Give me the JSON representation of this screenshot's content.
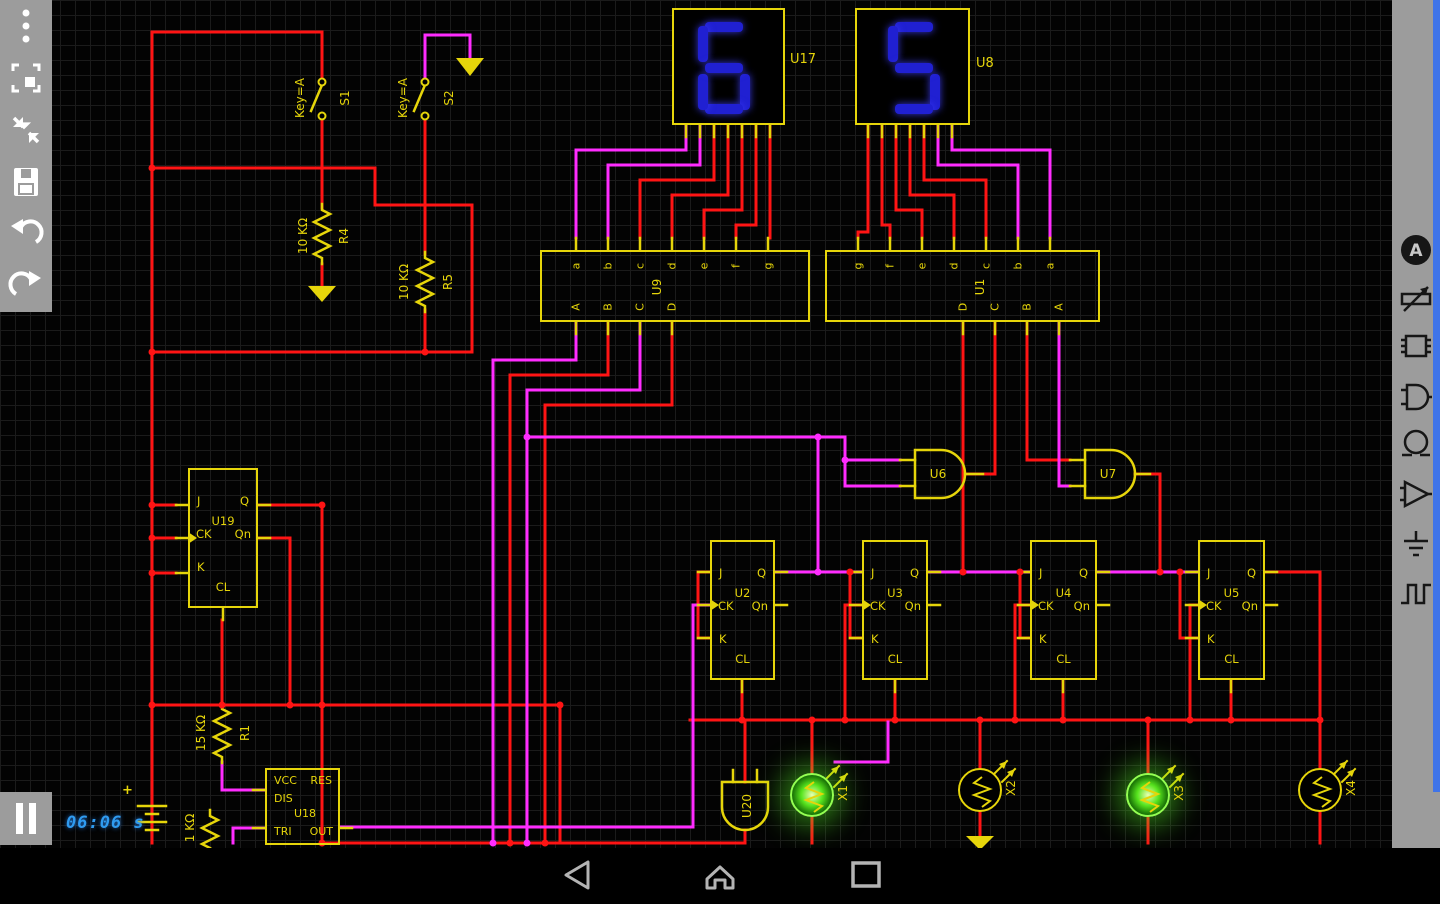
{
  "app": {
    "time_display": "06:06 s"
  },
  "left_toolbar": {
    "buttons": [
      "menu",
      "select-region",
      "collapse",
      "save",
      "undo",
      "redo",
      "pause"
    ]
  },
  "right_toolbar": {
    "tools": [
      "label-a",
      "potentiometer",
      "ic",
      "and-gate",
      "relay",
      "opamp",
      "ground",
      "waveform"
    ]
  },
  "navbar": {
    "buttons": [
      "back",
      "home",
      "recents"
    ]
  },
  "displays": [
    {
      "label": "U17",
      "digit": "6"
    },
    {
      "label": "U8",
      "digit": "5"
    }
  ],
  "decoders": [
    {
      "label": "U9",
      "top_pins": [
        "a",
        "b",
        "c",
        "d",
        "e",
        "f",
        "g"
      ],
      "bottom_pins": [
        "A",
        "B",
        "C",
        "D"
      ]
    },
    {
      "label": "U1",
      "top_pins": [
        "g",
        "f",
        "e",
        "d",
        "c",
        "b",
        "a"
      ],
      "bottom_pins": [
        "D",
        "C",
        "B",
        "A"
      ]
    }
  ],
  "ff_pins": {
    "j": "J",
    "q": "Q",
    "ck": "CK",
    "qn": "Qn",
    "k": "K",
    "cl": "CL"
  },
  "flipflops": [
    {
      "label": "U19"
    },
    {
      "label": "U2"
    },
    {
      "label": "U3"
    },
    {
      "label": "U4"
    },
    {
      "label": "U5"
    }
  ],
  "gates": [
    {
      "label": "U6"
    },
    {
      "label": "U7"
    },
    {
      "label": "U20"
    }
  ],
  "timer": {
    "label": "U18",
    "pin_vcc": "VCC",
    "pin_res": "RES",
    "pin_dis": "DIS",
    "pin_tri": "TRI",
    "pin_out": "OUT"
  },
  "resistors": [
    {
      "label": "R4",
      "value": "10 KΩ"
    },
    {
      "label": "R5",
      "value": "10 KΩ"
    },
    {
      "label": "R1",
      "value": "15 KΩ"
    },
    {
      "label": "",
      "value": "1 KΩ"
    }
  ],
  "switches": [
    {
      "label": "S1",
      "key": "Key=A"
    },
    {
      "label": "S2",
      "key": "Key=A"
    }
  ],
  "lamps": [
    {
      "label": "X1",
      "lit": true
    },
    {
      "label": "X2",
      "lit": false
    },
    {
      "label": "X3",
      "lit": true
    },
    {
      "label": "X4",
      "lit": false
    }
  ],
  "battery": {
    "plus": "+"
  }
}
